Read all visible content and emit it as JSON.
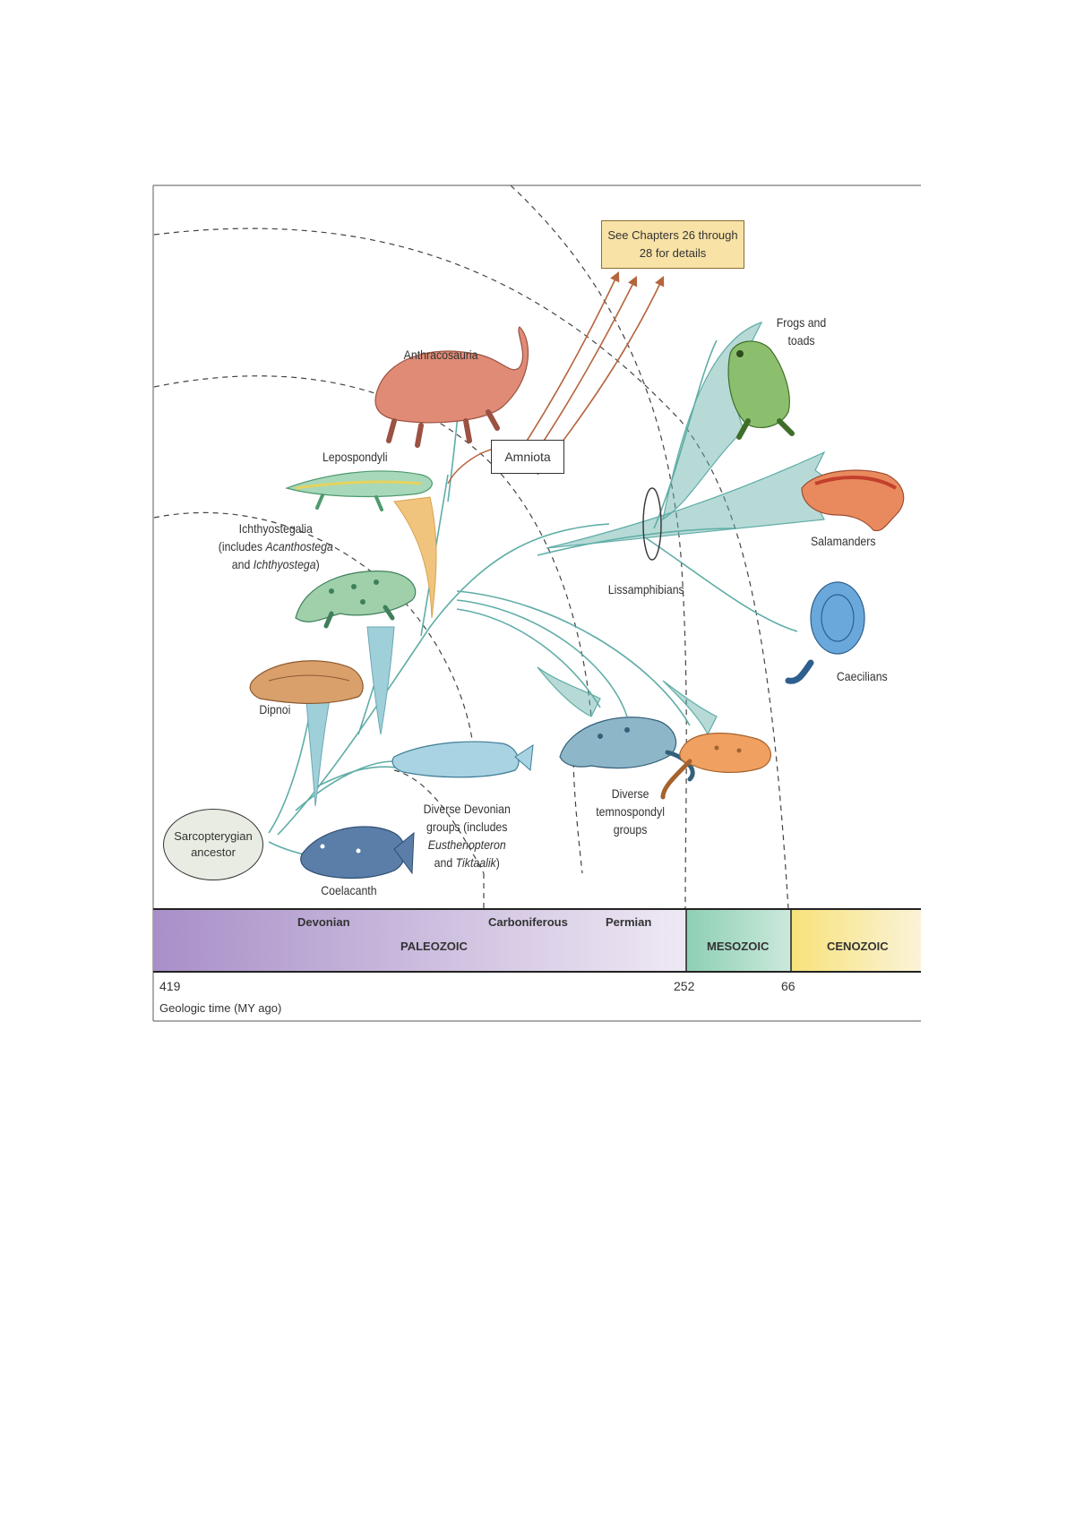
{
  "clades": {
    "anthracosauria": "Anthracosauria",
    "lepospondyli": "Lepospondyli",
    "ichthyostegalia": "Ichthyostegalia",
    "ichthyostegalia_includes": "(includes",
    "acanthostega": "Acanthostega",
    "and": "and",
    "ichthyostega": "Ichthyostega",
    "close_paren": ")",
    "dipnoi": "Dipnoi",
    "coelacanth": "Coelacanth",
    "sarcopterygian_line1": "Sarcopterygian",
    "sarcopterygian_line2": "ancestor",
    "devonian_line1": "Diverse Devonian",
    "devonian_line2": "groups (includes",
    "eusthenopteron": "Eusthenopteron",
    "tiktaalik": "Tiktaalik",
    "temnospondyl_line1": "Diverse",
    "temnospondyl_line2": "temnospondyl",
    "temnospondyl_line3": "groups",
    "lissamphibians": "Lissamphibians",
    "frogs_line1": "Frogs and",
    "frogs_line2": "toads",
    "salamanders": "Salamanders",
    "caecilians": "Caecilians",
    "amniota": "Amniota"
  },
  "note": {
    "line1": "See Chapters 26 through",
    "line2": "28 for details"
  },
  "timeline": {
    "devonian": "Devonian",
    "carboniferous": "Carboniferous",
    "permian": "Permian",
    "paleozoic": "PALEOZOIC",
    "mesozoic": "MESOZOIC",
    "cenozoic": "CENOZOIC",
    "tick_start": "419",
    "tick_252": "252",
    "tick_66": "66",
    "axis_title": "Geologic time (MY ago)"
  },
  "colors": {
    "paleozoic": "#a88fc8",
    "mesozoic": "#8ecfb4",
    "cenozoic": "#f7e58a",
    "branch": "#5fada6",
    "amniote_branch": "#b5653d",
    "note_box": "#f8e2a6",
    "ichthyostegalia_fan": "#9fcfd8",
    "lepospondyli_fan": "#f1c47e"
  }
}
